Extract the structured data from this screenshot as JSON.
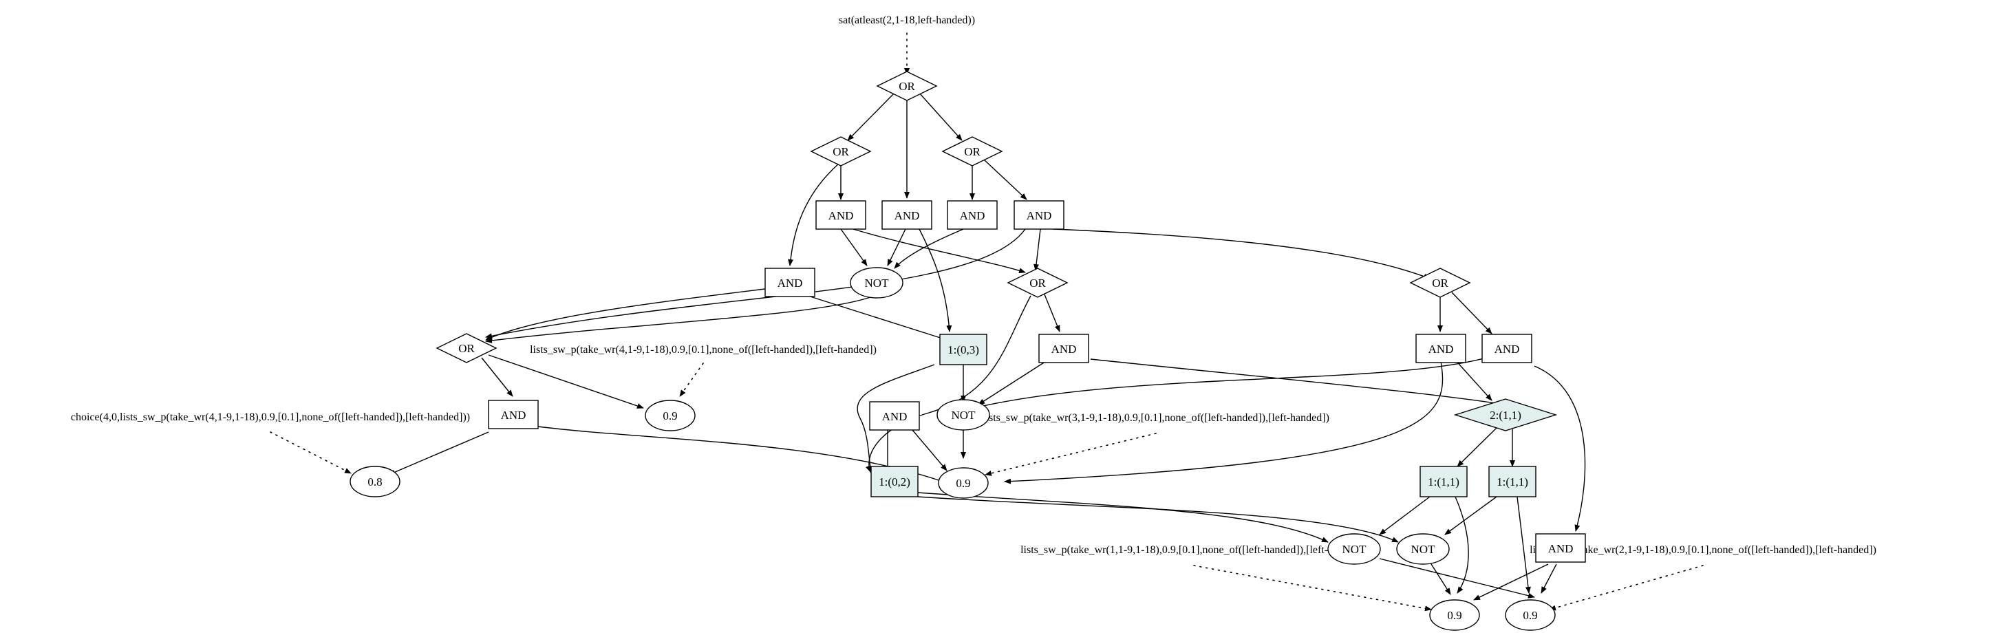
{
  "root_label": "sat(atleast(2,1-18,left-handed))",
  "annotations": {
    "choice": "choice(4,0,lists_sw_p(take_wr(4,1-9,1-18),0.9,[0.1],none_of([left-handed]),[left-handed]))",
    "sw4": "lists_sw_p(take_wr(4,1-9,1-18),0.9,[0.1],none_of([left-handed]),[left-handed])",
    "sw3": "lists_sw_p(take_wr(3,1-9,1-18),0.9,[0.1],none_of([left-handed]),[left-handed])",
    "sw1": "lists_sw_p(take_wr(1,1-9,1-18),0.9,[0.1],none_of([left-handed]),[left-handed])",
    "sw2": "lists_sw_p(take_wr(2,1-9,1-18),0.9,[0.1],none_of([left-handed]),[left-handed])"
  },
  "nodes": {
    "or_root": "OR",
    "or_left": "OR",
    "or_right": "OR",
    "and_1": "AND",
    "and_2": "AND",
    "and_3": "AND",
    "and_4": "AND",
    "and_5": "AND",
    "not_1": "NOT",
    "or_mid": "OR",
    "or_far": "OR",
    "or_lower": "OR",
    "box_103": "1:(0,3)",
    "and_mid": "AND",
    "and_f1": "AND",
    "and_f2": "AND",
    "and_low": "AND",
    "prob_09_a": "0.9",
    "prob_08": "0.8",
    "and_6": "AND",
    "not_2": "NOT",
    "diamond_211": "2:(1,1)",
    "box_102": "1:(0,2)",
    "prob_09_b": "0.9",
    "box_111_a": "1:(1,1)",
    "box_111_b": "1:(1,1)",
    "not_3": "NOT",
    "not_4": "NOT",
    "and_7": "AND",
    "prob_09_c": "0.9",
    "prob_09_d": "0.9"
  }
}
